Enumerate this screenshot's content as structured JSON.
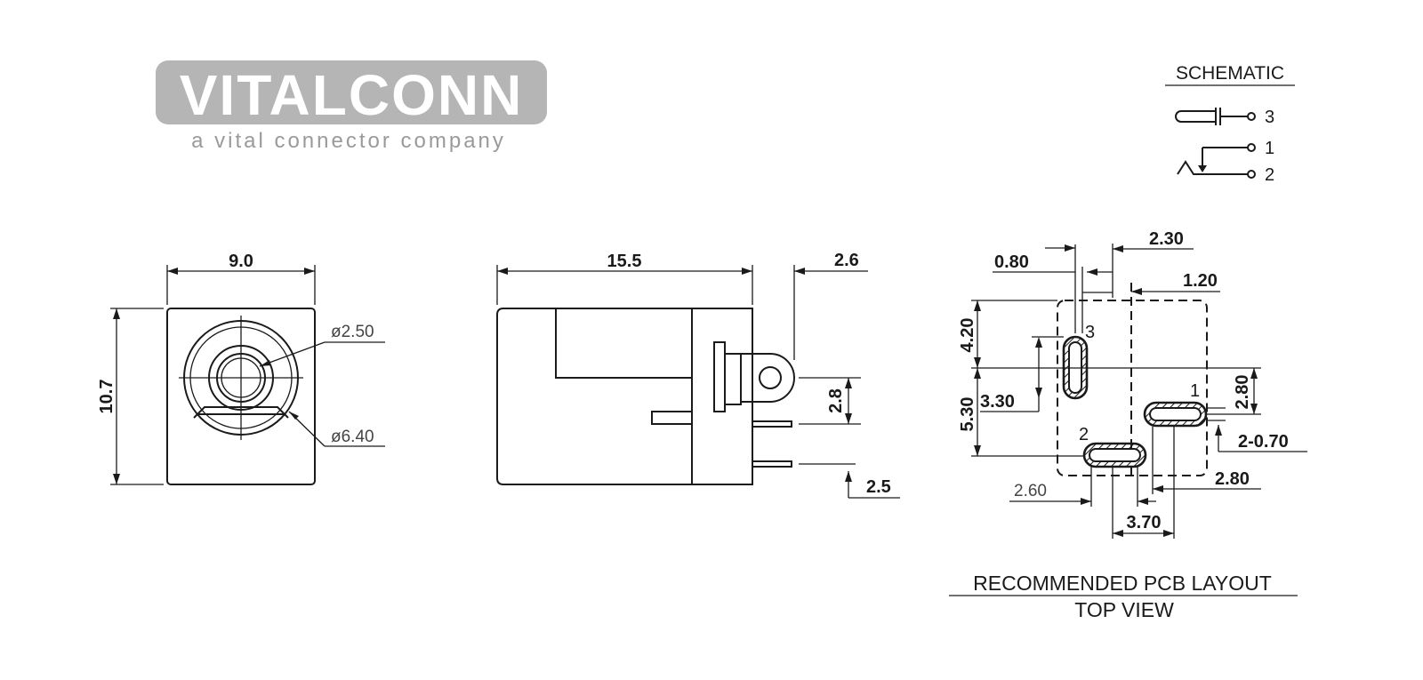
{
  "brand": {
    "logo_text": "VITALCONN",
    "tagline": "a vital connector company",
    "logo_color": "#b5b5b5",
    "tagline_color": "#9a9a9a"
  },
  "schematic": {
    "title": "SCHEMATIC",
    "pins": [
      "3",
      "1",
      "2"
    ]
  },
  "front_view": {
    "width_label": "9.0",
    "height_label": "10.7",
    "inner_dia_label": "ø2.50",
    "outer_dia_label": "ø6.40"
  },
  "side_view": {
    "length_label": "15.5",
    "tab_label": "2.6",
    "pin_spacing_label": "2.8",
    "pin_offset_label": "2.5"
  },
  "pcb_layout": {
    "pad_labels": [
      "3",
      "1",
      "2"
    ],
    "dims": {
      "d080": "0.80",
      "d230": "2.30",
      "d120": "1.20",
      "d420": "4.20",
      "d330": "3.30",
      "d530": "5.30",
      "d280v": "2.80",
      "d2x070": "2-0.70",
      "d280h": "2.80",
      "d260": "2.60",
      "d370": "3.70"
    },
    "title_line1": "RECOMMENDED  PCB  LAYOUT",
    "title_line2": "TOP  VIEW"
  },
  "colors": {
    "line": "#1a1a1a",
    "background": "#ffffff"
  }
}
